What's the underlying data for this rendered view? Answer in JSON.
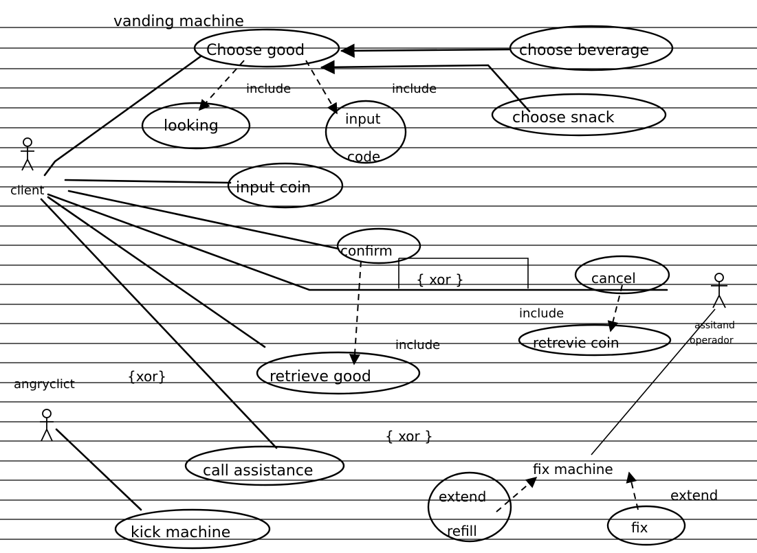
{
  "title": "vanding machine",
  "actors": {
    "client": "client",
    "angry_client": "angryclict",
    "assistant_operator_line1": "assitand",
    "assistant_operator_line2": "operador"
  },
  "use_cases": {
    "choose_good": "Choose good",
    "choose_beverage": "choose beverage",
    "choose_snack": "choose snack",
    "looking": "looking",
    "input_code_line1": "input",
    "input_code_line2": "code",
    "input_coin": "input coin",
    "confirm": "confirm",
    "cancel": "cancel",
    "retrieve_coin": "retrevie coin",
    "retrieve_good": "retrieve good",
    "call_assistance": "call assistance",
    "kick_machine": "kick machine",
    "extend_refill_line1": "extend",
    "extend_refill_line2": "refill",
    "fix_machine": "fix machine",
    "fix": "fix"
  },
  "relations": {
    "include_1": "include",
    "include_2": "include",
    "include_3": "include",
    "include_4": "include",
    "extend": "extend",
    "xor_1": "{ xor }",
    "xor_2": "{xor}",
    "xor_3": "{ xor }"
  }
}
